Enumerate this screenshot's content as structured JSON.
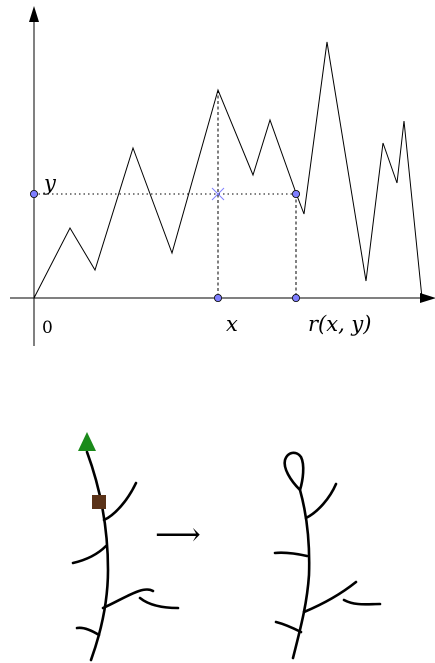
{
  "top_diagram": {
    "labels": {
      "origin": "0",
      "y": "y",
      "x": "x",
      "r": "r(x, y)"
    },
    "colors": {
      "curve": "#000000",
      "guide": "#000000",
      "marker": "#7f7fff",
      "cross": "#7f7fff"
    },
    "icons": {
      "axis_arrow": "triangle-arrow",
      "cross": "x-cross-marker"
    }
  },
  "bottom_diagram": {
    "arrow_glyph": "⟶",
    "colors": {
      "branch": "#000000",
      "triangle": "#1a8a1a",
      "square": "#5a3218"
    },
    "icons": {
      "top_marker": "green-triangle",
      "mid_marker": "brown-square",
      "loop": "loop"
    }
  }
}
